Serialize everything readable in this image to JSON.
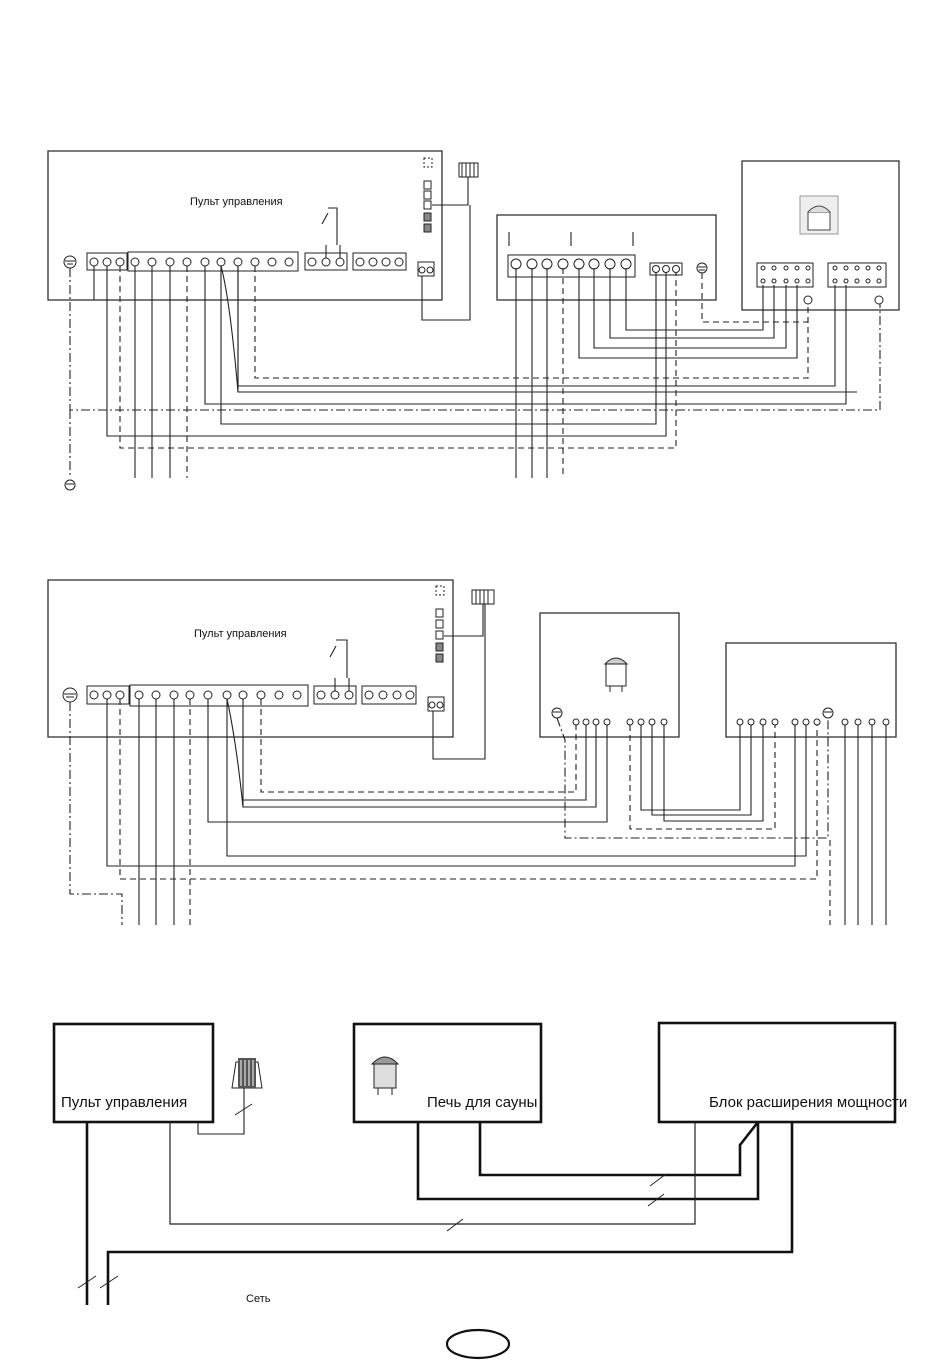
{
  "diagram1": {
    "control_panel_label": "Пульт управления"
  },
  "diagram2": {
    "control_panel_label": "Пульт управления"
  },
  "diagram3": {
    "control_panel_label": "Пульт управления",
    "heater_label": "Печь для сауны",
    "expansion_label": "Блок расширения мощности",
    "mains_label": "Сеть"
  }
}
